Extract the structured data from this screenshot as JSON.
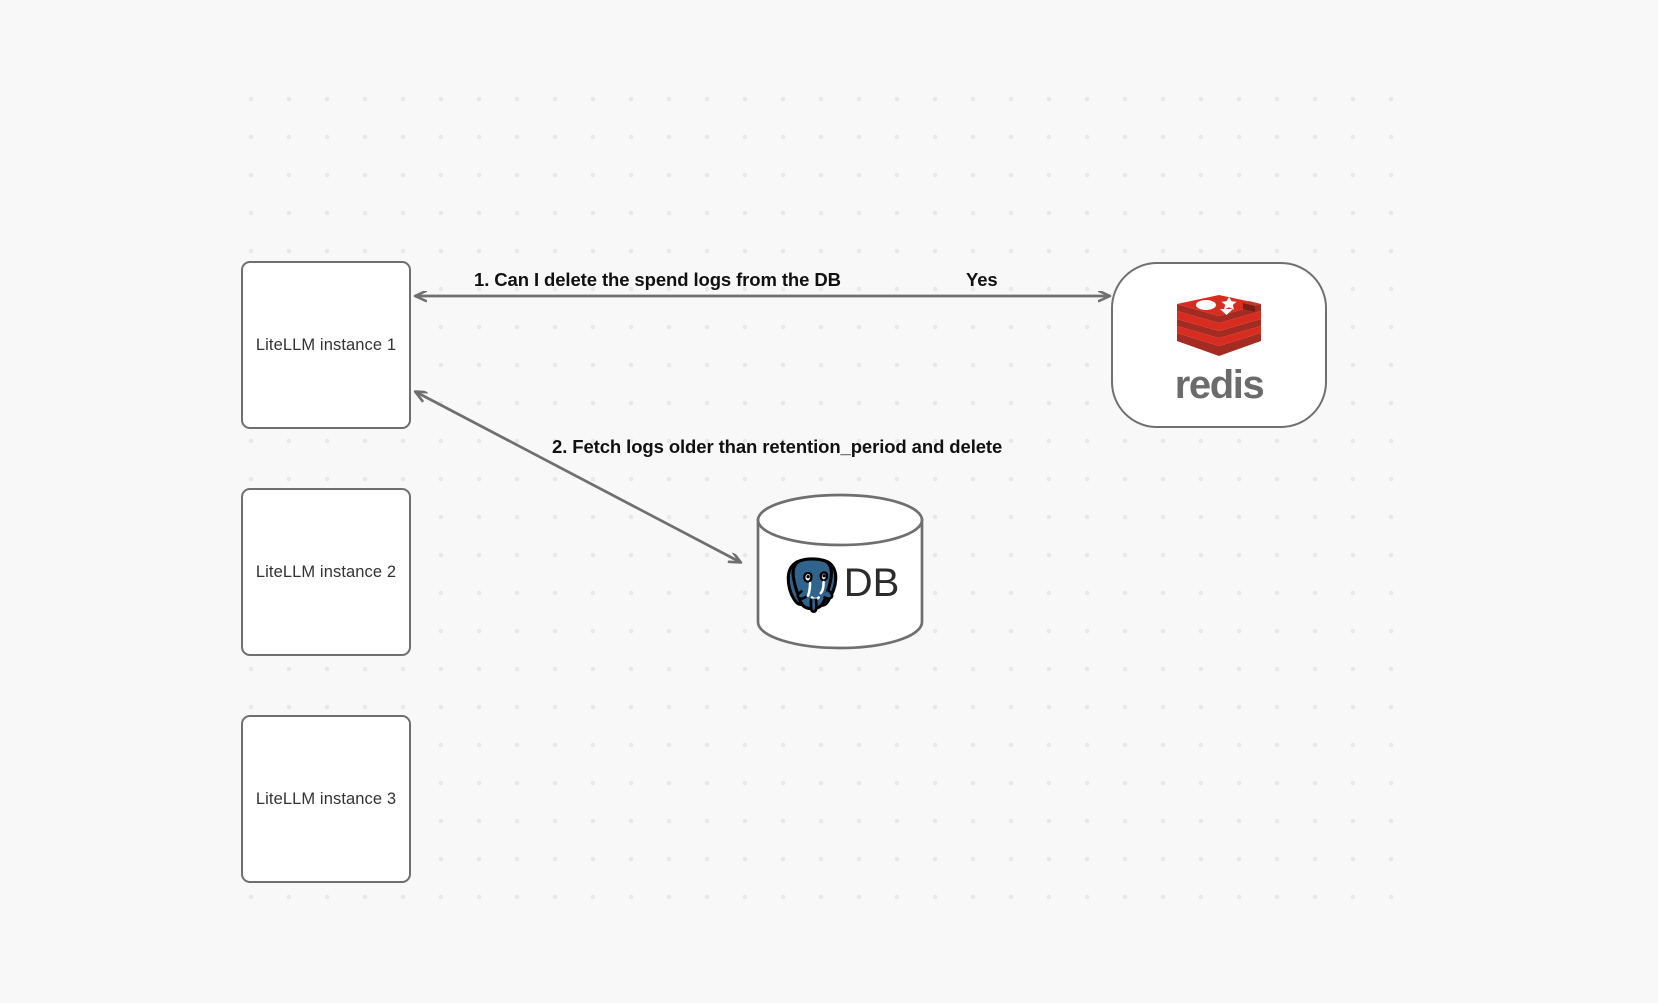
{
  "diagram": {
    "background_color": "#f8f8f9",
    "grid_dot_color": "#e7e8ea",
    "node_border_color": "#6f6f6f",
    "edge_color": "#6f6f6f",
    "nodes": [
      {
        "id": "litellm-1",
        "label": "LiteLLM instance 1",
        "shape": "rounded-rect"
      },
      {
        "id": "litellm-2",
        "label": "LiteLLM instance 2",
        "shape": "rounded-rect"
      },
      {
        "id": "litellm-3",
        "label": "LiteLLM instance 3",
        "shape": "rounded-rect"
      },
      {
        "id": "redis",
        "label": "redis",
        "shape": "stadium",
        "icon": "redis-logo-icon",
        "brand_color": "#d82c20"
      },
      {
        "id": "db",
        "label": "DB",
        "shape": "cylinder",
        "icon": "postgresql-elephant-icon",
        "brand_color": "#31648c"
      }
    ],
    "edges": [
      {
        "id": "edge-1",
        "from": "redis",
        "to": "litellm-1",
        "label": "1.  Can I delete the spend logs from the DB",
        "arrowheads": "both"
      },
      {
        "id": "edge-yes",
        "from": "litellm-1",
        "to": "redis",
        "label": "Yes",
        "arrowheads": "end"
      },
      {
        "id": "edge-2",
        "from": "db",
        "to": "litellm-1",
        "label": "2.  Fetch logs older than retention_period and delete",
        "arrowheads": "both"
      }
    ]
  }
}
